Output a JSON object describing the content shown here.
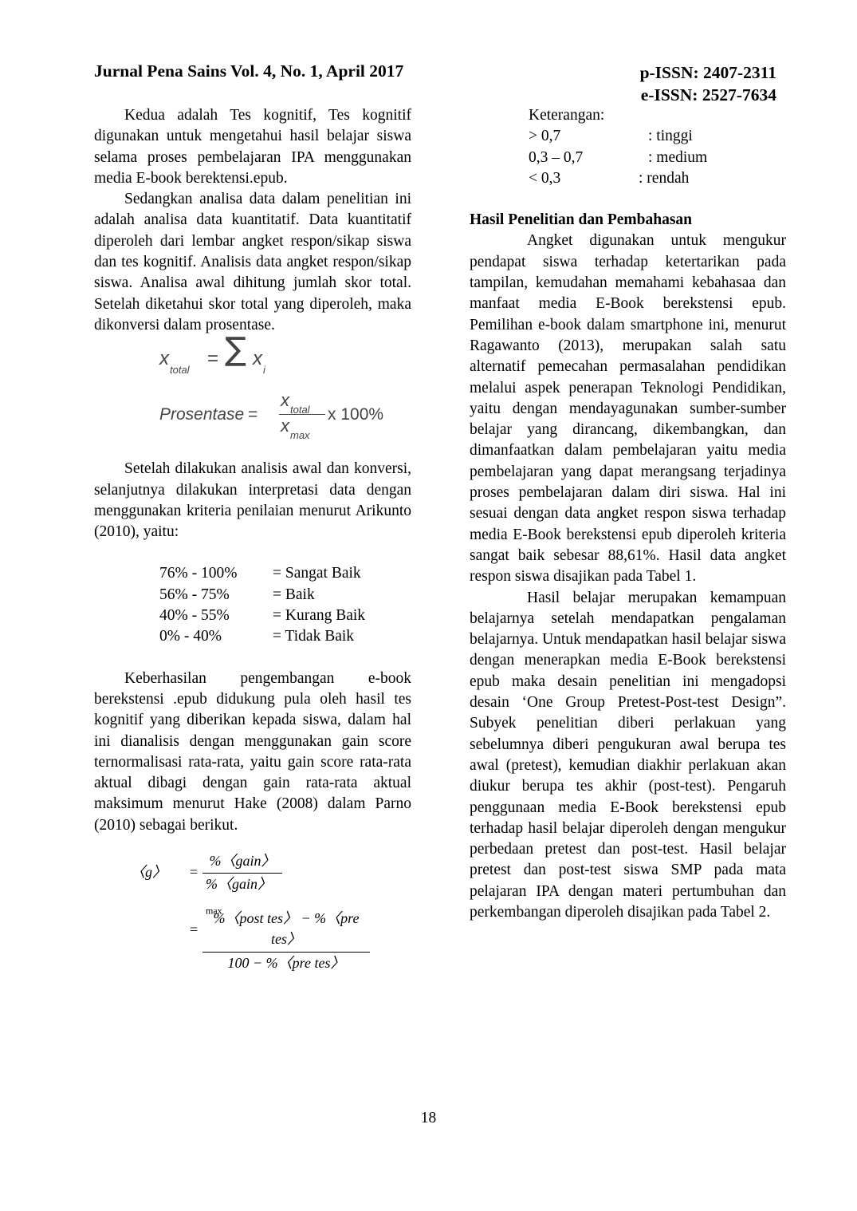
{
  "header": {
    "journal": "Jurnal Pena Sains Vol. 4, No. 1, April 2017",
    "pissn": "p-ISSN: 2407-2311",
    "eissn": "e-ISSN: 2527-7634"
  },
  "left": {
    "p1": "Kedua adalah Tes kognitif, Tes kognitif digunakan untuk mengetahui hasil belajar siswa selama proses pembelajaran IPA menggunakan media E-book berektensi.epub.",
    "p2": "Sedangkan analisa data dalam penelitian ini adalah analisa data kuantitatif. Data kuantitatif diperoleh dari lembar angket respon/sikap siswa dan tes kognitif. Analisis data angket respon/sikap siswa. Analisa awal dihitung jumlah skor total. Setelah diketahui skor total yang diperoleh, maka dikonversi dalam prosentase.",
    "formula1": {
      "lhs": "x",
      "lhs_sub": "total",
      "eq": "=",
      "sigma": "∑",
      "rhs": "x",
      "rhs_sub": "i"
    },
    "formula2": {
      "lhs": "Prosentase",
      "eq": "=",
      "num": "x",
      "num_sub": "total",
      "den": "x",
      "den_sub": "max",
      "mult": "x 100%"
    },
    "p3": "Setelah dilakukan analisis awal dan konversi, selanjutnya dilakukan interpretasi data dengan menggunakan kriteria penilaian menurut Arikunto (2010), yaitu:",
    "criteria": [
      {
        "range": "76% - 100%",
        "label": "= Sangat Baik"
      },
      {
        "range": "56% - 75%",
        "label": "= Baik"
      },
      {
        "range": "40% - 55%",
        "label": "= Kurang Baik"
      },
      {
        "range": "0% - 40%",
        "label": "= Tidak Baik"
      }
    ],
    "p4": "Keberhasilan pengembangan e-book berekstensi .epub didukung pula oleh hasil tes kognitif yang diberikan kepada siswa, dalam hal ini dianalisis dengan menggunakan gain score ternormalisasi rata-rata, yaitu gain score rata-rata aktual dibagi dengan gain rata-rata aktual maksimum menurut Hake (2008) dalam Parno (2010) sebagai berikut.",
    "formula3": {
      "lhs": "〈g〉",
      "eq": "=",
      "num1": "%〈gain〉",
      "den1": "%〈gain〉",
      "den1_sub": "max",
      "num2": "%〈post tes〉 − %〈pre tes〉",
      "den2": "100 − %〈pre tes〉"
    }
  },
  "right": {
    "ket_title": "Keterangan:",
    "ket": [
      {
        "range": "> 0,7",
        "label": ": tinggi"
      },
      {
        "range": "0,3 – 0,7",
        "label": ": medium"
      },
      {
        "range": "< 0,3",
        "label": ": rendah"
      }
    ],
    "section_title": "Hasil Penelitian dan Pembahasan",
    "p1": "Angket digunakan untuk mengukur pendapat siswa terhadap ketertarikan pada tampilan, kemudahan memahami kebahasaa dan manfaat media E-Book berekstensi epub. Pemilihan e-book dalam smartphone ini, menurut Ragawanto (2013), merupakan salah satu alternatif pemecahan permasalahan pendidikan melalui aspek penerapan Teknologi Pendidikan, yaitu dengan mendayagunakan sumber-sumber belajar yang dirancang, dikembangkan, dan dimanfaatkan dalam pembelajaran yaitu media pembelajaran yang dapat merangsang terjadinya proses pembelajaran dalam diri siswa. Hal ini sesuai dengan data angket respon siswa terhadap media E-Book berekstensi epub diperoleh kriteria sangat baik sebesar 88,61%. Hasil data angket respon siswa disajikan pada Tabel 1.",
    "p2": "Hasil belajar merupakan kemampuan belajarnya setelah mendapatkan pengalaman belajarnya. Untuk mendapatkan hasil belajar siswa dengan menerapkan media E-Book berekstensi epub maka desain penelitian ini mengadopsi desain ‘One Group Pretest-Post-test Design”. Subyek penelitian diberi perlakuan yang sebelumnya diberi pengukuran awal berupa tes awal (pretest), kemudian diakhir perlakuan akan diukur berupa tes akhir (post-test). Pengaruh penggunaan media E-Book berekstensi epub terhadap hasil belajar diperoleh dengan mengukur perbedaan pretest dan post-test. Hasil belajar pretest dan post-test siswa SMP pada mata pelajaran IPA dengan materi pertumbuhan dan perkembangan diperoleh disajikan pada Tabel 2."
  },
  "page_number": "18"
}
